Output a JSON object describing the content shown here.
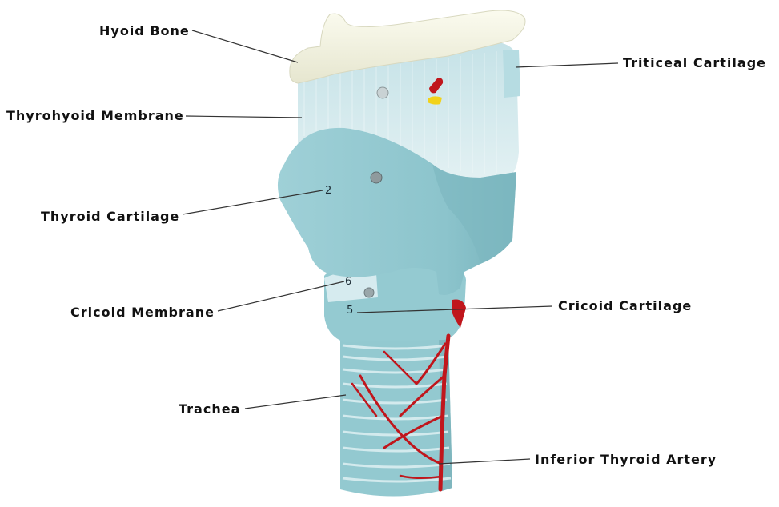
{
  "labels": {
    "hyoid_bone": "Hyoid Bone",
    "thyrohyoid_membrane": "Thyrohyoid Membrane",
    "thyroid_cartilage": "Thyroid Cartilage",
    "cricoid_membrane": "Cricoid Membrane",
    "trachea": "Trachea",
    "triticeal_cartilage": "Triticeal Cartilage",
    "cricoid_cartilage": "Cricoid Cartilage",
    "inferior_thyroid_artery": "Inferior Thyroid Artery"
  },
  "model_numbers": {
    "thyroid": "2",
    "membrane": "6",
    "cricoid": "5"
  },
  "colors": {
    "cartilage": "#8fc7cf",
    "membrane": "#d4eaee",
    "hyoid": "#f1f1de",
    "artery": "#c0161c",
    "leader_line": "#333333"
  }
}
